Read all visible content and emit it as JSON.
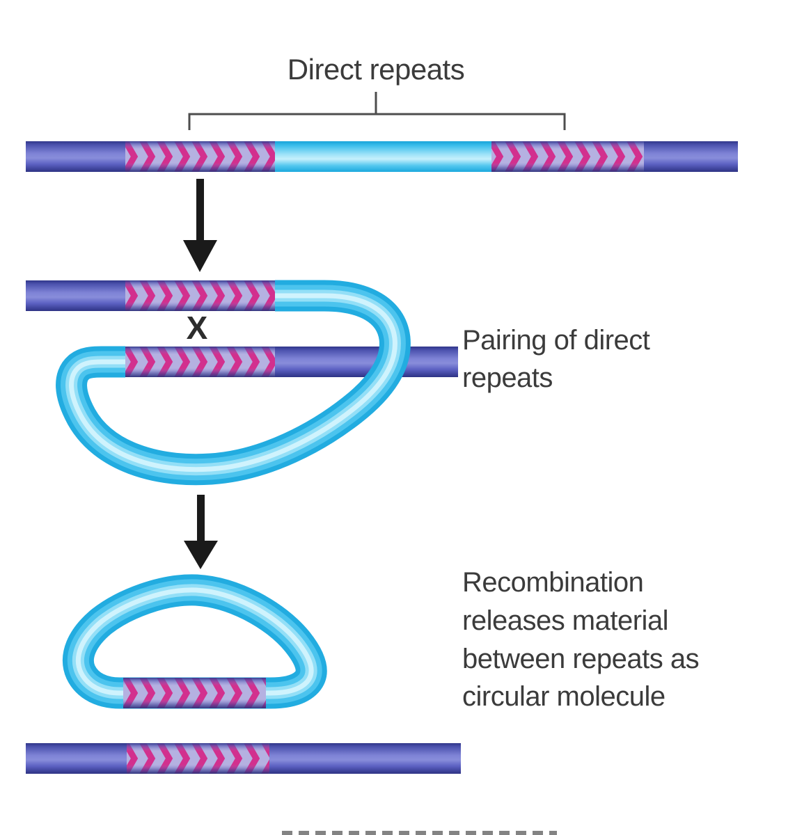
{
  "figure": {
    "title": "Direct repeats",
    "crossover_marker": "X",
    "step_labels": {
      "pairing": "Pairing of direct\nrepeats",
      "recombination": "Recombination\nreleases material\nbetween repeats as\ncircular molecule"
    }
  },
  "palette": {
    "dna_backbone_purple": "#5a5fc0",
    "intervening_dna_cyan": "#45c3ee",
    "repeat_chevron_pink": "#d2308e",
    "repeat_background_lavender": "#b5b1e1",
    "arrow_black": "#1a1a1a",
    "label_text_gray": "#3b3b3b",
    "bracket_gray": "#4d4d4d"
  }
}
